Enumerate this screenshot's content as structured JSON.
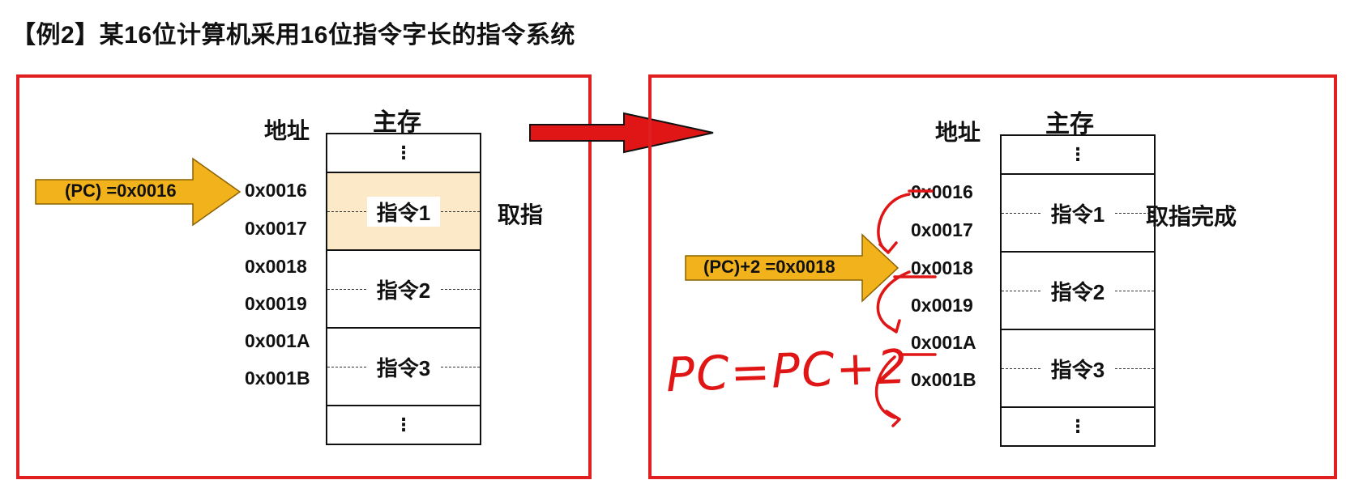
{
  "title": "【例2】某16位计算机采用16位指令字长的指令系统",
  "left": {
    "addr_header": "地址",
    "mem_header": "主存",
    "pc_label": "(PC) =0x0016",
    "action": "取指",
    "addresses": [
      "0x0016",
      "0x0017",
      "0x0018",
      "0x0019",
      "0x001A",
      "0x001B"
    ],
    "cells": [
      "⋮",
      "指令1",
      "指令2",
      "指令3",
      "⋮"
    ]
  },
  "right": {
    "addr_header": "地址",
    "mem_header": "主存",
    "pc_label": "(PC)+2 =0x0018",
    "action": "取指完成",
    "handwritten": "PC=PC+2",
    "addresses": [
      "0x0016",
      "0x0017",
      "0x0018",
      "0x0019",
      "0x001A",
      "0x001B"
    ],
    "cells": [
      "⋮",
      "指令1",
      "指令2",
      "指令3",
      "⋮"
    ]
  },
  "colors": {
    "panel_border": "#e02020",
    "pc_arrow": "#f2b21b",
    "highlight": "#fbe9c8",
    "annotation": "#e01515"
  }
}
